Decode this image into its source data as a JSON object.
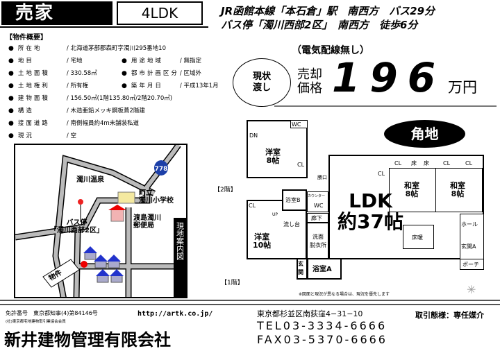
{
  "header": {
    "title": "売家",
    "layout": "4LDK"
  },
  "access": [
    "JR函館本線「本石倉」駅　南西方　バス29分",
    "バス停「濁川西部2区」　南西方　徒歩6分"
  ],
  "overview": {
    "title": "【物件概要】",
    "rows": [
      {
        "k": "所在地",
        "v": "北海道茅部郡森町字濁川295番地10"
      },
      {
        "k": "地目",
        "v": "宅地",
        "k2": "用途地域",
        "v2": "無指定"
      },
      {
        "k": "土地面積",
        "v": "330.58㎡",
        "k2": "都市計画区分",
        "v2": "区域外"
      },
      {
        "k": "土地権利",
        "v": "所有権",
        "k2": "築年月日",
        "v2": "平成13年1月"
      },
      {
        "k": "建物面積",
        "v": "156.50㎡(1階135.80㎡/2階20.70㎡)"
      },
      {
        "k": "構造",
        "v": "木造亜鉛メッキ鋼板葺2階建"
      },
      {
        "k": "接面道路",
        "v": "南側幅員約4m未舗装私道"
      },
      {
        "k": "現況",
        "v": "空"
      }
    ]
  },
  "price": {
    "note": "（電気配線無し）",
    "condition": "現状\n渡し",
    "label": "売却\n価格",
    "value": "196",
    "unit": "万円"
  },
  "map": {
    "title": "現地案内図",
    "route": "778",
    "labels": {
      "onsen": "濁川温泉",
      "school": "町立\n濁川小学校",
      "bus": "バス停\n「濁川西部2区」",
      "post": "渡島濁川\n郵便局",
      "property": "物件"
    }
  },
  "floorplan": {
    "corner": "角地",
    "floor2": "【2階】",
    "floor1": "【1階】",
    "rooms": {
      "western8": "洋室\n8帖",
      "wc2": "WC",
      "cl": "CL",
      "ldk": "LDK\n約37帖",
      "washitsu1": "和室\n8帖",
      "washitsu2": "和室\n8帖",
      "toko": "床",
      "western10": "洋室\n10帖",
      "bathB": "浴室B",
      "bathA": "浴室A",
      "wc1": "WC",
      "hallway": "廊下",
      "washroom": "洗面\n脱衣所",
      "entrance": "玄\n関",
      "entranceA": "玄関A",
      "hall": "ホール",
      "porch": "ポーチ",
      "heater": "床暖",
      "sink": "流し台",
      "backdoor": "勝口",
      "counter": "カウンター",
      "dn": "DN",
      "up": "UP"
    },
    "note": "※図面と現況が異なる場合は、現況を優先します"
  },
  "footer": {
    "license": "免許番号　東京都知事(4)第84146号",
    "assoc": "(社)東京都宅地建物取引業協会会員",
    "url": "http://artk.co.jp/",
    "company": "新井建物管理有限会社",
    "address": "東京都杉並区南荻窪4−31−10",
    "tel": "TEL03-3334-6666",
    "fax": "FAX03-5370-6666",
    "deal": "取引態様：専任媒介"
  }
}
